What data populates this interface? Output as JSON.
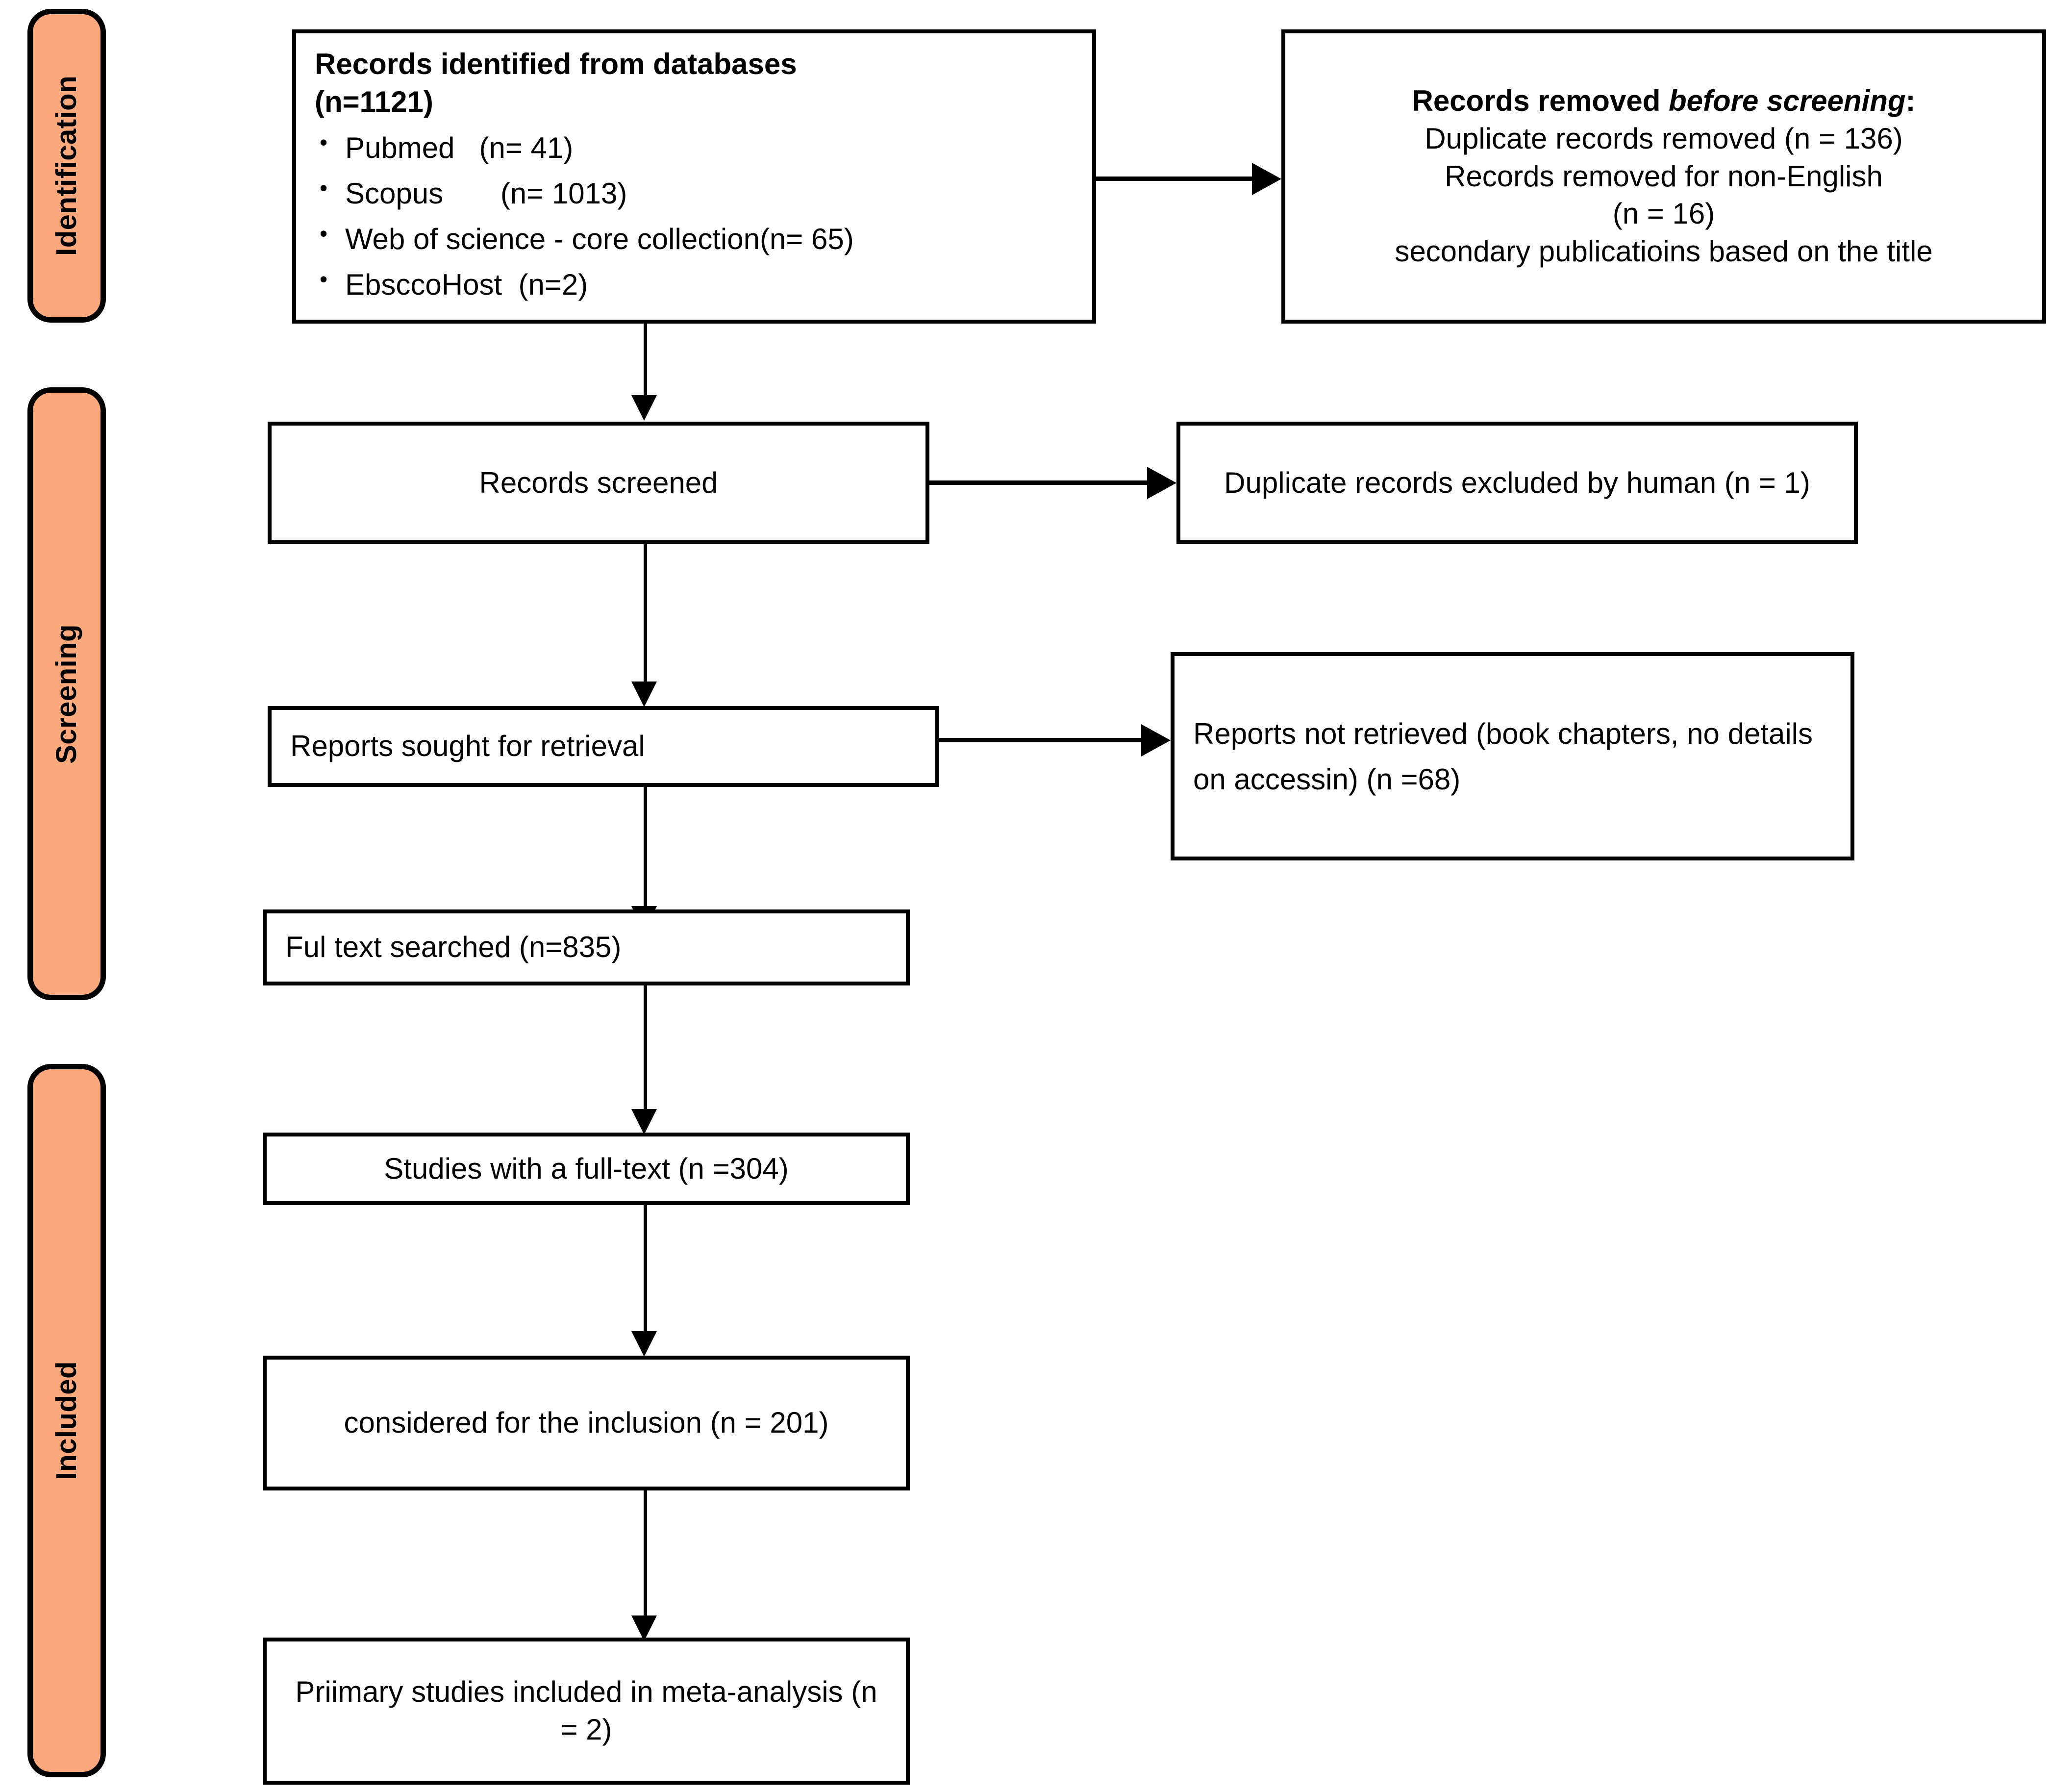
{
  "diagram": {
    "title": "PRISMA flow diagram",
    "accent_color": "#FAA87C",
    "border_color": "#000000",
    "background_color": "#FFFFFF"
  },
  "phases": [
    {
      "label": "Identification"
    },
    {
      "label": "Screening"
    },
    {
      "label": "Included"
    }
  ],
  "boxes": {
    "identified": {
      "heading": "Records identified from databases",
      "count_line": "(n=1121)",
      "sources": [
        "Pubmed   (n= 41)",
        "Scopus       (n= 1013)",
        "Web of science - core collection(n= 65)",
        "EbsccoHost  (n=2)"
      ]
    },
    "removed_before_screening": {
      "heading_prefix": "Records removed ",
      "heading_italic": "before screening",
      "heading_suffix": ":",
      "lines": [
        "Duplicate records removed  (n = 136)",
        "Records removed for non-English",
        "(n = 16)",
        "secondary publicatioins  based on the title"
      ]
    },
    "records_screened": {
      "text": "Records screened"
    },
    "duplicates_excluded": {
      "text": "Duplicate records  excluded by human (n = 1)"
    },
    "reports_sought": {
      "text": "Reports sought for retrieval"
    },
    "reports_not_retrieved": {
      "text": "Reports not retrieved (book chapters, no details on accessin) (n =68)"
    },
    "full_text_searched": {
      "text": "Ful text searched  (n=835)"
    },
    "studies_full_text": {
      "text": "Studies with a full-text (n =304)"
    },
    "considered_inclusion": {
      "text": "considered for the inclusion (n = 201)"
    },
    "primary_included": {
      "text": "Priimary studies included in meta-analysis (n = 2)"
    }
  },
  "chart_data": {
    "type": "diagram",
    "title": "PRISMA 2020 flow diagram",
    "nodes": [
      {
        "id": "identified",
        "stage": "Identification",
        "label": "Records identified from databases",
        "n": 1121,
        "breakdown": [
          {
            "source": "Pubmed",
            "n": 41
          },
          {
            "source": "Scopus",
            "n": 1013
          },
          {
            "source": "Web of science - core collection",
            "n": 65
          },
          {
            "source": "EbsccoHost",
            "n": 2
          }
        ]
      },
      {
        "id": "removed_before_screening",
        "stage": "Identification",
        "label": "Records removed before screening",
        "breakdown": [
          {
            "reason": "Duplicate records removed",
            "n": 136
          },
          {
            "reason": "Records removed for non-English",
            "n": 16
          },
          {
            "reason": "secondary publicatioins based on the title",
            "n": null
          }
        ]
      },
      {
        "id": "records_screened",
        "stage": "Screening",
        "label": "Records screened",
        "n": null
      },
      {
        "id": "duplicates_excluded",
        "stage": "Screening",
        "label": "Duplicate records excluded by human",
        "n": 1
      },
      {
        "id": "reports_sought",
        "stage": "Screening",
        "label": "Reports sought for retrieval",
        "n": null
      },
      {
        "id": "reports_not_retrieved",
        "stage": "Screening",
        "label": "Reports not retrieved (book chapters, no details on accessin)",
        "n": 68
      },
      {
        "id": "full_text_searched",
        "stage": "Screening",
        "label": "Ful text searched",
        "n": 835
      },
      {
        "id": "studies_full_text",
        "stage": "Included",
        "label": "Studies with a full-text",
        "n": 304
      },
      {
        "id": "considered_inclusion",
        "stage": "Included",
        "label": "considered for the inclusion",
        "n": 201
      },
      {
        "id": "primary_included",
        "stage": "Included",
        "label": "Priimary studies included in meta-analysis",
        "n": 2
      }
    ],
    "edges": [
      {
        "from": "identified",
        "to": "removed_before_screening",
        "direction": "right"
      },
      {
        "from": "identified",
        "to": "records_screened",
        "direction": "down"
      },
      {
        "from": "records_screened",
        "to": "duplicates_excluded",
        "direction": "right"
      },
      {
        "from": "records_screened",
        "to": "reports_sought",
        "direction": "down"
      },
      {
        "from": "reports_sought",
        "to": "reports_not_retrieved",
        "direction": "right"
      },
      {
        "from": "reports_sought",
        "to": "full_text_searched",
        "direction": "down"
      },
      {
        "from": "full_text_searched",
        "to": "studies_full_text",
        "direction": "down"
      },
      {
        "from": "studies_full_text",
        "to": "considered_inclusion",
        "direction": "down"
      },
      {
        "from": "considered_inclusion",
        "to": "primary_included",
        "direction": "down"
      }
    ]
  }
}
